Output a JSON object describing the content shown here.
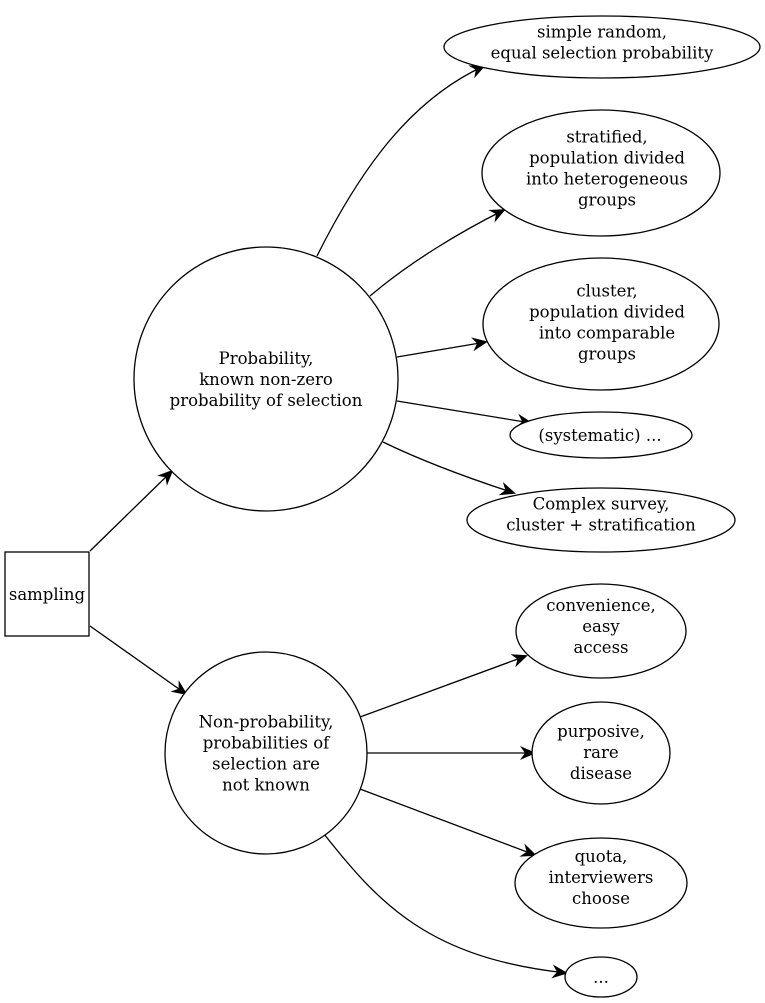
{
  "nodes": {
    "sampling": {
      "lines": [
        "sampling"
      ]
    },
    "probability": {
      "lines": [
        "Probability,",
        "known non-zero",
        "probability of selection"
      ]
    },
    "non_probability": {
      "lines": [
        "Non-probability,",
        "probabilities of",
        "selection are",
        "not known"
      ]
    },
    "simple_random": {
      "lines": [
        "simple random,",
        "equal selection probability"
      ]
    },
    "stratified": {
      "lines": [
        "stratified,",
        "population divided",
        "into heterogeneous",
        "groups"
      ]
    },
    "cluster": {
      "lines": [
        "cluster,",
        "population divided",
        "into comparable",
        "groups"
      ]
    },
    "systematic": {
      "lines": [
        "(systematic) ..."
      ]
    },
    "complex_survey": {
      "lines": [
        "Complex survey,",
        "cluster + stratification"
      ]
    },
    "convenience": {
      "lines": [
        "convenience,",
        "easy",
        "access"
      ]
    },
    "purposive": {
      "lines": [
        "purposive,",
        "rare",
        "disease"
      ]
    },
    "quota": {
      "lines": [
        "quota,",
        "interviewers",
        "choose"
      ]
    },
    "other": {
      "lines": [
        "..."
      ]
    }
  },
  "edges": [
    {
      "from": "sampling",
      "to": "probability"
    },
    {
      "from": "sampling",
      "to": "non_probability"
    },
    {
      "from": "probability",
      "to": "simple_random"
    },
    {
      "from": "probability",
      "to": "stratified"
    },
    {
      "from": "probability",
      "to": "cluster"
    },
    {
      "from": "probability",
      "to": "systematic"
    },
    {
      "from": "probability",
      "to": "complex_survey"
    },
    {
      "from": "non_probability",
      "to": "convenience"
    },
    {
      "from": "non_probability",
      "to": "purposive"
    },
    {
      "from": "non_probability",
      "to": "quota"
    },
    {
      "from": "non_probability",
      "to": "other"
    }
  ]
}
